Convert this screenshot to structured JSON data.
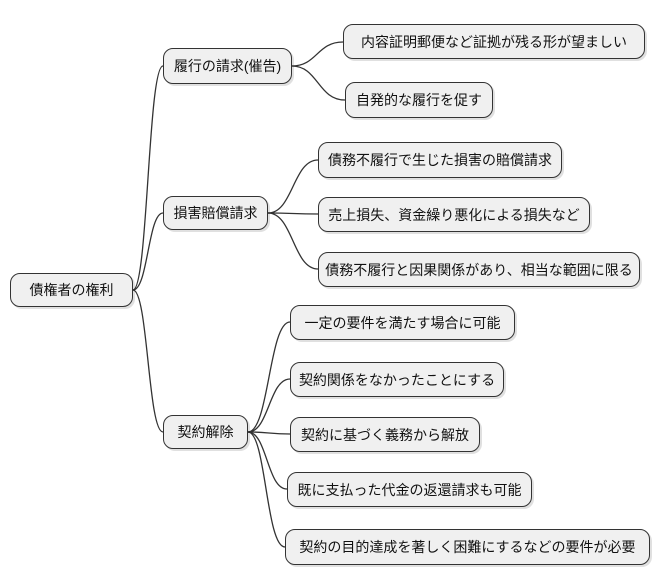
{
  "diagram": {
    "type": "mindmap",
    "background": "#ffffff",
    "node_fill": "#f0f0f0",
    "node_border": "#333333",
    "edge_color": "#333333",
    "root": {
      "label": "債権者の権利"
    },
    "branches": [
      {
        "label": "履行の請求(催告)",
        "children": [
          {
            "label": "内容証明郵便など証拠が残る形が望ましい"
          },
          {
            "label": "自発的な履行を促す"
          }
        ]
      },
      {
        "label": "損害賠償請求",
        "children": [
          {
            "label": "債務不履行で生じた損害の賠償請求"
          },
          {
            "label": "売上損失、資金繰り悪化による損失など"
          },
          {
            "label": "債務不履行と因果関係があり、相当な範囲に限る"
          }
        ]
      },
      {
        "label": "契約解除",
        "children": [
          {
            "label": "一定の要件を満たす場合に可能"
          },
          {
            "label": "契約関係をなかったことにする"
          },
          {
            "label": "契約に基づく義務から解放"
          },
          {
            "label": "既に支払った代金の返還請求も可能"
          },
          {
            "label": "契約の目的達成を著しく困難にするなどの要件が必要"
          }
        ]
      }
    ]
  }
}
